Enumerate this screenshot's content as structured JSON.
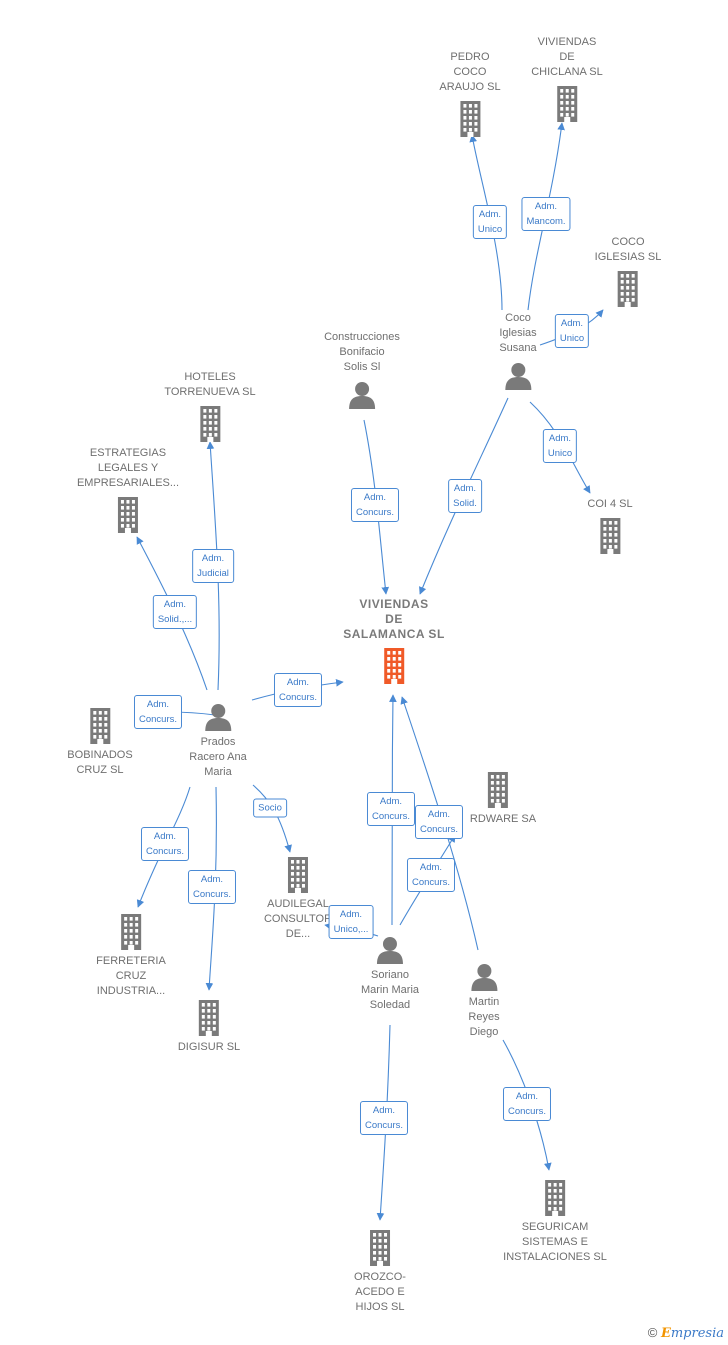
{
  "nodes": [
    {
      "id": "viviendas_salamanca",
      "type": "company",
      "main": true,
      "label": "VIVIENDAS\nDE\nSALAMANCA SL"
    },
    {
      "id": "pedro_coco",
      "type": "company",
      "label": "PEDRO\nCOCO\nARAUJO SL"
    },
    {
      "id": "viviendas_chiclana",
      "type": "company",
      "label": "VIVIENDAS\nDE\nCHICLANA SL"
    },
    {
      "id": "coco_iglesias_sl",
      "type": "company",
      "label": "COCO\nIGLESIAS SL"
    },
    {
      "id": "coi4",
      "type": "company",
      "label": "COI 4 SL"
    },
    {
      "id": "hoteles",
      "type": "company",
      "label": "HOTELES\nTORRENUEVA SL"
    },
    {
      "id": "estrategias",
      "type": "company",
      "label": "ESTRATEGIAS\nLEGALES Y\nEMPRESARIALES..."
    },
    {
      "id": "bobinados",
      "type": "company",
      "label": "BOBINADOS\nCRUZ SL"
    },
    {
      "id": "ferreteria",
      "type": "company",
      "label": "FERRETERIA\nCRUZ\nINDUSTRIA..."
    },
    {
      "id": "digisur",
      "type": "company",
      "label": "DIGISUR SL"
    },
    {
      "id": "audilegal",
      "type": "company",
      "label": "AUDILEGAL\nCONSULTOR\nDE..."
    },
    {
      "id": "hardware",
      "type": "company",
      "label": "RDWARE SA"
    },
    {
      "id": "orozco",
      "type": "company",
      "label": "OROZCO-\nACEDO E\nHIJOS SL"
    },
    {
      "id": "seguricam",
      "type": "company",
      "label": "SEGURICAM\nSISTEMAS E\nINSTALACIONES SL"
    },
    {
      "id": "coco_iglesias_susana",
      "type": "person",
      "label": "Coco\nIglesias\nSusana"
    },
    {
      "id": "construcciones",
      "type": "person",
      "label": "Construcciones\nBonifacio\nSolis Sl"
    },
    {
      "id": "prados",
      "type": "person",
      "label": "Prados\nRacero Ana\nMaria"
    },
    {
      "id": "soriano",
      "type": "person",
      "label": "Soriano\nMarin Maria\nSoledad"
    },
    {
      "id": "martin",
      "type": "person",
      "label": "Martin\nReyes\nDiego"
    }
  ],
  "edges": [
    {
      "label": "Adm.\nUnico"
    },
    {
      "label": "Adm.\nMancom."
    },
    {
      "label": "Adm.\nUnico"
    },
    {
      "label": "Adm.\nUnico"
    },
    {
      "label": "Adm.\nSolid."
    },
    {
      "label": "Adm.\nConcurs."
    },
    {
      "label": "Adm.\nJudicial"
    },
    {
      "label": "Adm.\nSolid.,..."
    },
    {
      "label": "Adm.\nConcurs."
    },
    {
      "label": "Adm.\nConcurs."
    },
    {
      "label": "Socio"
    },
    {
      "label": "Adm.\nConcurs."
    },
    {
      "label": "Adm.\nConcurs."
    },
    {
      "label": "Adm.\nConcurs."
    },
    {
      "label": "Adm.\nConcurs."
    },
    {
      "label": "Adm.\nConcurs."
    },
    {
      "label": "Adm.\nUnico,..."
    },
    {
      "label": "Adm.\nConcurs."
    },
    {
      "label": "Adm.\nConcurs."
    }
  ],
  "colors": {
    "company": "#7a7a7a",
    "main_company": "#f05a28",
    "person": "#7a7a7a",
    "edge": "#4a8ad4",
    "edge_text": "#3b7ac8"
  },
  "icons": {
    "company": "building-icon",
    "person": "person-icon"
  },
  "footer": {
    "copyright": "©",
    "brand_initial": "E",
    "brand_rest": "mpresia"
  }
}
